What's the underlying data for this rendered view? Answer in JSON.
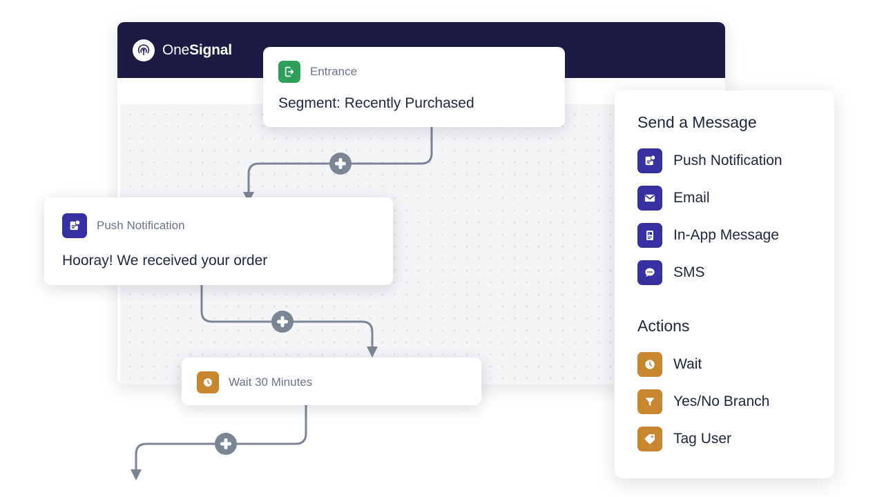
{
  "brand": {
    "logo_icon": "onesignal-signal-icon",
    "name_part1": "One",
    "name_part2": "Signal",
    "header_color": "#1b1b44"
  },
  "colors": {
    "entrance": "#2f9e5d",
    "message": "#3730a3",
    "action": "#c8872f",
    "connector": "#7b8594",
    "canvas_dot": "#dcdfe4",
    "canvas_bg": "#f4f5f7",
    "text_primary": "#1d2738",
    "text_muted": "#6b7587"
  },
  "canvas": {
    "nodes": [
      {
        "id": "entrance",
        "icon": "entrance-door-icon",
        "icon_color": "#2f9e5d",
        "type_label": "Entrance",
        "body_label": "Segment: Recently Purchased"
      },
      {
        "id": "push",
        "icon": "push-notification-icon",
        "icon_color": "#3730a3",
        "type_label": "Push Notification",
        "body_label": "Hooray! We received your order"
      },
      {
        "id": "wait",
        "icon": "clock-icon",
        "icon_color": "#c8872f",
        "type_label": "Wait 30 Minutes",
        "body_label": ""
      }
    ],
    "add_buttons": [
      {
        "id": "add-step-1",
        "icon": "plus-icon"
      },
      {
        "id": "add-step-2",
        "icon": "plus-icon"
      },
      {
        "id": "add-step-3",
        "icon": "plus-icon"
      }
    ]
  },
  "palette": {
    "sections": [
      {
        "title": "Send a Message",
        "items": [
          {
            "label": "Push Notification",
            "icon": "push-notification-icon",
            "color": "#3730a3"
          },
          {
            "label": "Email",
            "icon": "email-envelope-icon",
            "color": "#3730a3"
          },
          {
            "label": "In-App Message",
            "icon": "in-app-message-icon",
            "color": "#3730a3"
          },
          {
            "label": "SMS",
            "icon": "sms-bubble-icon",
            "color": "#3730a3"
          }
        ]
      },
      {
        "title": "Actions",
        "items": [
          {
            "label": "Wait",
            "icon": "clock-icon",
            "color": "#c8872f"
          },
          {
            "label": "Yes/No Branch",
            "icon": "funnel-icon",
            "color": "#c8872f"
          },
          {
            "label": "Tag User",
            "icon": "tag-icon",
            "color": "#c8872f"
          }
        ]
      }
    ]
  }
}
